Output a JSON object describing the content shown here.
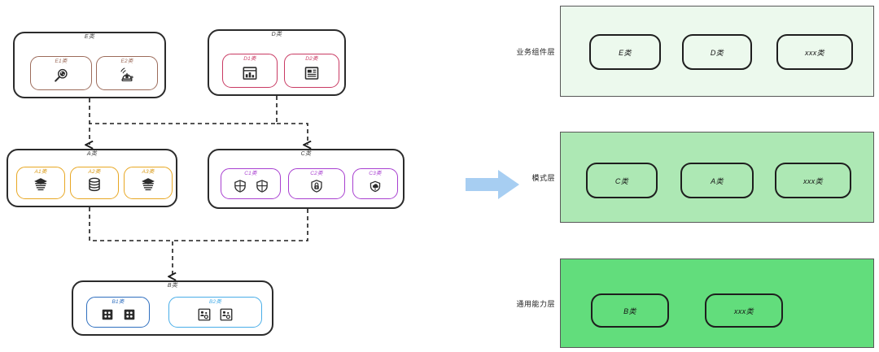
{
  "left_diagram": {
    "groups": [
      {
        "id": "E",
        "title": "E类",
        "color": "#9c6b5a",
        "children": [
          {
            "label": "E1类",
            "icons": [
              "magnifier-icon"
            ]
          },
          {
            "label": "E2类",
            "icons": [
              "alarm-bell-icon"
            ]
          }
        ]
      },
      {
        "id": "D",
        "title": "D类",
        "color": "#c93a63",
        "children": [
          {
            "label": "D1类",
            "icons": [
              "bar-chart-icon"
            ]
          },
          {
            "label": "D2类",
            "icons": [
              "document-icon"
            ]
          }
        ]
      },
      {
        "id": "A",
        "title": "A类",
        "color": "#e8a723",
        "children": [
          {
            "label": "A1类",
            "icons": [
              "stack-icon"
            ]
          },
          {
            "label": "A2类",
            "icons": [
              "database-icon"
            ]
          },
          {
            "label": "A3类",
            "icons": [
              "stack-icon"
            ]
          }
        ]
      },
      {
        "id": "C",
        "title": "C类",
        "color": "#a83fd0",
        "children": [
          {
            "label": "C1类",
            "icons": [
              "shield-icon",
              "shield-icon"
            ]
          },
          {
            "label": "C2类",
            "icons": [
              "lock-shield-icon"
            ]
          },
          {
            "label": "C3类",
            "icons": [
              "cloud-shield-icon"
            ]
          }
        ]
      },
      {
        "id": "B",
        "title": "B类",
        "color": "#2f6fbf",
        "children": [
          {
            "label": "B1类",
            "icons": [
              "grid-block-icon",
              "grid-block-icon"
            ]
          },
          {
            "label": "B2类",
            "icons": [
              "people-block-icon",
              "people-block-icon"
            ]
          }
        ]
      }
    ]
  },
  "transform_arrow": {
    "name": "right-arrow",
    "color": "#A7CEF2"
  },
  "right_panel": {
    "layers": [
      {
        "label": "业务组件层",
        "bg": "#ECF9ED",
        "items": [
          "E类",
          "D类",
          "xxx类"
        ]
      },
      {
        "label": "模式层",
        "bg": "#ADE8B4",
        "items": [
          "C类",
          "A类",
          "xxx类"
        ]
      },
      {
        "label": "通用能力层",
        "bg": "#62DD7C",
        "items": [
          "B类",
          "xxx类"
        ]
      }
    ]
  }
}
